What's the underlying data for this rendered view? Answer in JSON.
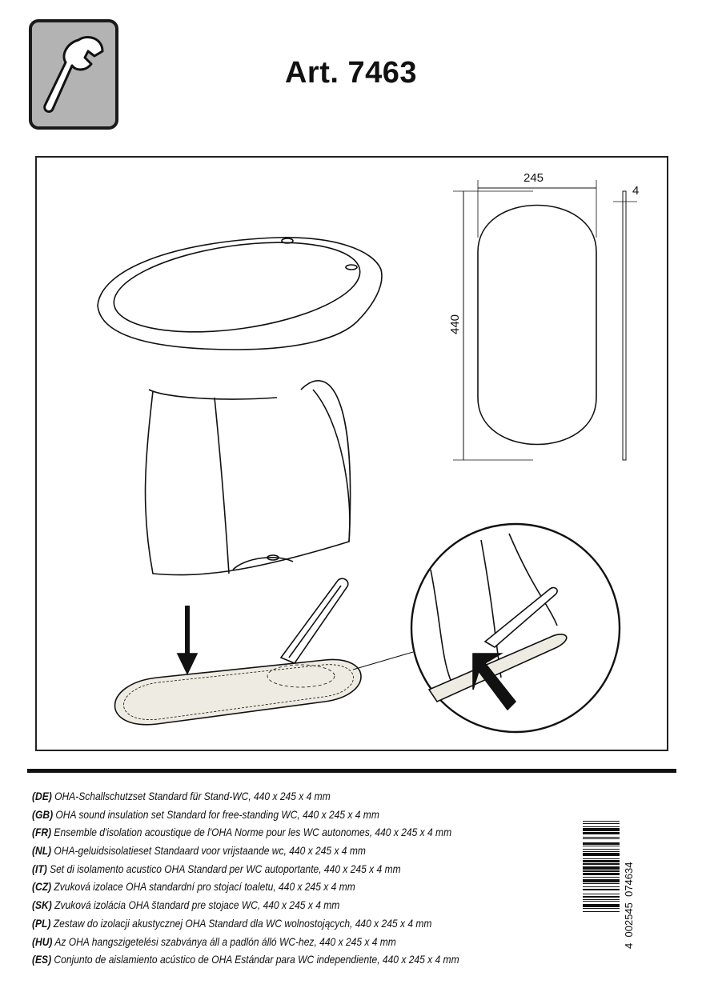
{
  "header": {
    "title": "Art. 7463",
    "icon": "wrench-icon"
  },
  "dimensions": {
    "width": "245",
    "length": "440",
    "thickness": "4"
  },
  "descriptions": [
    {
      "code": "(DE)",
      "text": "OHA-Schallschutzset Standard für Stand-WC, 440 x 245 x 4 mm"
    },
    {
      "code": "(GB)",
      "text": "OHA sound insulation set Standard for free-standing WC, 440 x 245 x 4 mm"
    },
    {
      "code": "(FR)",
      "text": "Ensemble d'isolation acoustique de l'OHA Norme pour les WC autonomes, 440 x 245 x 4 mm"
    },
    {
      "code": "(NL)",
      "text": "OHA-geluidsisolatieset Standaard voor vrijstaande wc, 440 x 245 x 4 mm"
    },
    {
      "code": "(IT)",
      "text": "Set di isolamento acustico OHA Standard per WC autoportante, 440 x 245 x 4 mm"
    },
    {
      "code": "(CZ)",
      "text": "Zvuková izolace OHA standardní pro stojací toaletu, 440 x 245 x 4 mm"
    },
    {
      "code": "(SK)",
      "text": "Zvuková izolácia OHA štandard pre stojace WC, 440 x 245 x 4 mm"
    },
    {
      "code": "(PL)",
      "text": "Zestaw do izolacji akustycznej OHA Standard dla WC wolnostojących, 440 x 245 x 4 mm"
    },
    {
      "code": "(HU)",
      "text": "Az OHA hangszigetelési szabványa áll a padlón álló WC-hez, 440 x 245 x 4 mm"
    },
    {
      "code": "(ES)",
      "text": "Conjunto de aislamiento acústico de OHA Estándar para WC independiente, 440 x 245 x 4 mm"
    }
  ],
  "barcode": {
    "digits_1": "4",
    "digits_2": "002545",
    "digits_3": "074634"
  }
}
